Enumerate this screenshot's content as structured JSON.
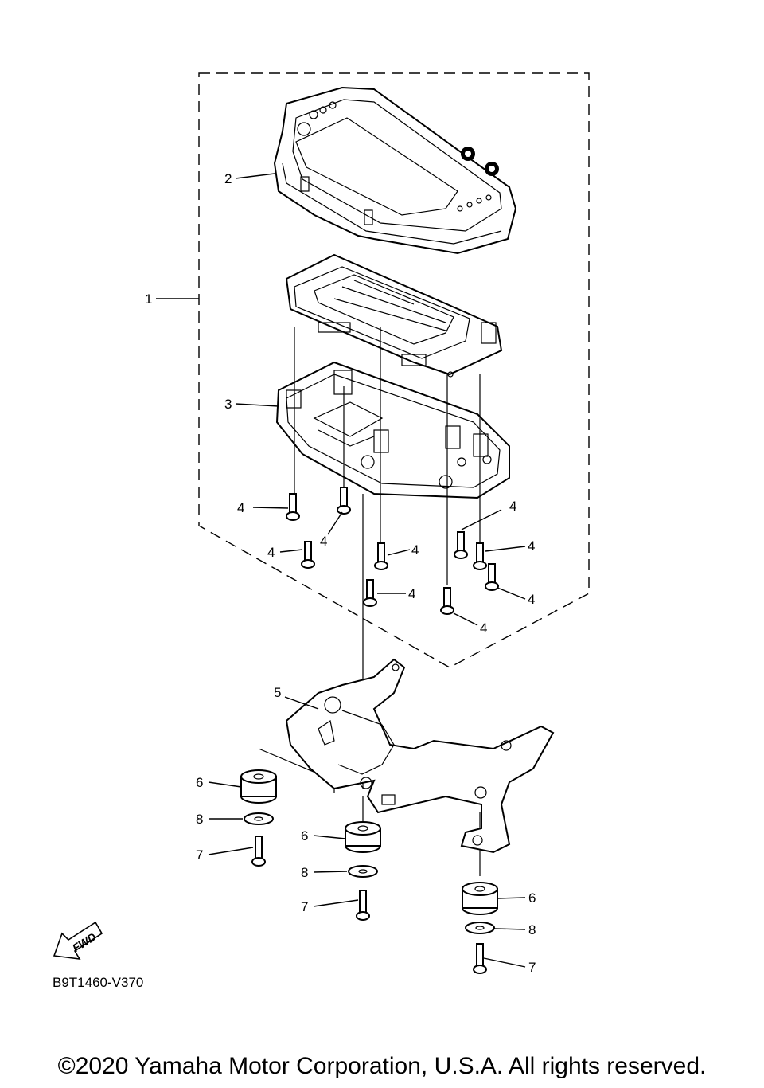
{
  "labels": {
    "p1": "1",
    "p2": "2",
    "p3": "3",
    "p4": "4",
    "p5": "5",
    "p6": "6",
    "p7": "7",
    "p8": "8"
  },
  "fwd_label": "FWD",
  "diagram_code": "B9T1460-V370",
  "copyright": "©2020 Yamaha Motor Corporation, U.S.A. All rights reserved."
}
